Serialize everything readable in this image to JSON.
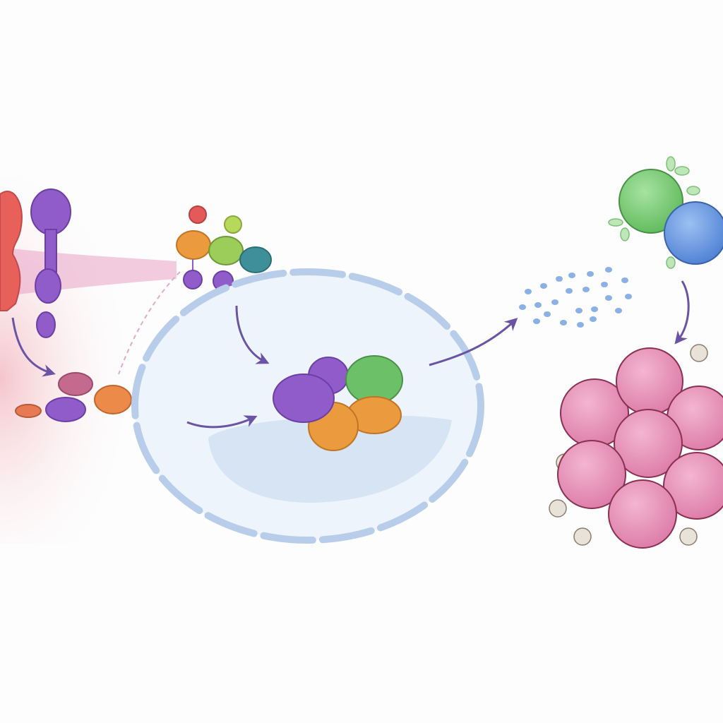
{
  "colors": {
    "background": "#fdfdfd",
    "receptor_red": "#e8605a",
    "receptor_purple": "#8f5cc9",
    "orange": "#eb9a3e",
    "green": "#6cc068",
    "teal": "#3f8f9b",
    "cell_membrane": "#b8cdea",
    "cell_fill": "#eef4fb",
    "arrow": "#6a54a3",
    "particles": "#6d9ee0",
    "immune_green": "#7ccc76",
    "immune_blue": "#5b8fdc",
    "tumor_pink": "#e88bb6",
    "tumor_outline": "#8a3050",
    "debris": "#e8e2d8"
  },
  "icons": [
    "receptor",
    "signaling-molecule",
    "protein-complex",
    "cell",
    "secreted-particles",
    "immune-cell",
    "tumor-cluster",
    "arrow"
  ]
}
